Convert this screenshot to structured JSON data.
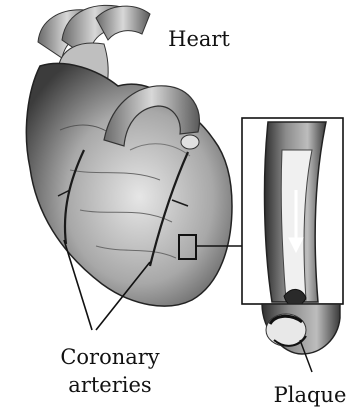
{
  "labels": {
    "heart": "Heart",
    "coronary_line1": "Coronary",
    "coronary_line2": "arteries",
    "plaque": "Plaque"
  },
  "colors": {
    "ink": "#111111",
    "heart_light": "#d9d9d9",
    "heart_mid": "#9a9a9a",
    "heart_dark": "#3a3a3a",
    "artery_wall": "#4a4a4a",
    "lumen": "#f2f2f2"
  }
}
